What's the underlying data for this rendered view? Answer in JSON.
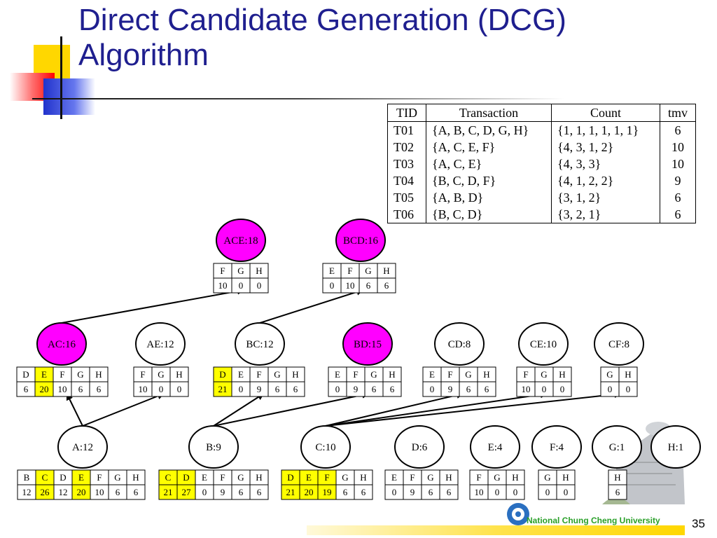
{
  "slide": {
    "title_line1": "Direct Candidate Generation (DCG)",
    "title_line2": "Algorithm",
    "page_number": "35",
    "footer": "National Chung Cheng University"
  },
  "tid_table": {
    "headers": [
      "TID",
      "Transaction",
      "Count",
      "tmv"
    ],
    "rows": [
      [
        "T01",
        "{A, B, C, D, G, H}",
        "{1, 1, 1, 1, 1, 1}",
        "6"
      ],
      [
        "T02",
        "{A, C, E, F}",
        "{4, 3, 1, 2}",
        "10"
      ],
      [
        "T03",
        "{A, C, E}",
        "{4, 3, 3}",
        "10"
      ],
      [
        "T04",
        "{B, C, D, F}",
        "{4, 1, 2, 2}",
        "9"
      ],
      [
        "T05",
        "{A, B, D}",
        "{3, 1, 2}",
        "6"
      ],
      [
        "T06",
        "{B, C, D}",
        "{3, 2, 1}",
        "6"
      ]
    ]
  },
  "nodes": [
    {
      "id": "A",
      "label": "A:12",
      "level": 1,
      "highlight": false,
      "items": [
        "B",
        "C",
        "D",
        "E",
        "F",
        "G",
        "H"
      ],
      "values": [
        "12",
        "26",
        "12",
        "20",
        "10",
        "6",
        "6"
      ],
      "hl": [
        false,
        true,
        false,
        true,
        false,
        false,
        false
      ]
    },
    {
      "id": "B",
      "label": "B:9",
      "level": 1,
      "highlight": false,
      "items": [
        "C",
        "D",
        "E",
        "F",
        "G",
        "H"
      ],
      "values": [
        "21",
        "27",
        "0",
        "9",
        "6",
        "6"
      ],
      "hl": [
        true,
        true,
        false,
        false,
        false,
        false
      ]
    },
    {
      "id": "C",
      "label": "C:10",
      "level": 1,
      "highlight": false,
      "items": [
        "D",
        "E",
        "F",
        "G",
        "H"
      ],
      "values": [
        "21",
        "20",
        "19",
        "6",
        "6"
      ],
      "hl": [
        true,
        true,
        true,
        false,
        false
      ]
    },
    {
      "id": "D",
      "label": "D:6",
      "level": 1,
      "highlight": false,
      "items": [
        "E",
        "F",
        "G",
        "H"
      ],
      "values": [
        "0",
        "9",
        "6",
        "6"
      ],
      "hl": [
        false,
        false,
        false,
        false
      ]
    },
    {
      "id": "E",
      "label": "E:4",
      "level": 1,
      "highlight": false,
      "items": [
        "F",
        "G",
        "H"
      ],
      "values": [
        "10",
        "0",
        "0"
      ],
      "hl": [
        false,
        false,
        false
      ]
    },
    {
      "id": "F",
      "label": "F:4",
      "level": 1,
      "highlight": false,
      "items": [
        "G",
        "H"
      ],
      "values": [
        "0",
        "0"
      ],
      "hl": [
        false,
        false
      ]
    },
    {
      "id": "G",
      "label": "G:1",
      "level": 1,
      "highlight": false,
      "items": [
        "H"
      ],
      "values": [
        "6"
      ],
      "hl": [
        false
      ]
    },
    {
      "id": "H",
      "label": "H:1",
      "level": 1,
      "highlight": false,
      "items": [],
      "values": [],
      "hl": []
    },
    {
      "id": "AC",
      "label": "AC:16",
      "level": 2,
      "highlight": true,
      "items": [
        "D",
        "E",
        "F",
        "G",
        "H"
      ],
      "values": [
        "6",
        "20",
        "10",
        "6",
        "6"
      ],
      "hl": [
        false,
        true,
        false,
        false,
        false
      ]
    },
    {
      "id": "AE",
      "label": "AE:12",
      "level": 2,
      "highlight": false,
      "items": [
        "F",
        "G",
        "H"
      ],
      "values": [
        "10",
        "0",
        "0"
      ],
      "hl": [
        false,
        false,
        false
      ]
    },
    {
      "id": "BC",
      "label": "BC:12",
      "level": 2,
      "highlight": false,
      "items": [
        "D",
        "E",
        "F",
        "G",
        "H"
      ],
      "values": [
        "21",
        "0",
        "9",
        "6",
        "6"
      ],
      "hl": [
        true,
        false,
        false,
        false,
        false
      ]
    },
    {
      "id": "BD",
      "label": "BD:15",
      "level": 2,
      "highlight": true,
      "items": [
        "E",
        "F",
        "G",
        "H"
      ],
      "values": [
        "0",
        "9",
        "6",
        "6"
      ],
      "hl": [
        false,
        false,
        false,
        false
      ]
    },
    {
      "id": "CD",
      "label": "CD:8",
      "level": 2,
      "highlight": false,
      "items": [
        "E",
        "F",
        "G",
        "H"
      ],
      "values": [
        "0",
        "9",
        "6",
        "6"
      ],
      "hl": [
        false,
        false,
        false,
        false
      ]
    },
    {
      "id": "CE",
      "label": "CE:10",
      "level": 2,
      "highlight": false,
      "items": [
        "F",
        "G",
        "H"
      ],
      "values": [
        "10",
        "0",
        "0"
      ],
      "hl": [
        false,
        false,
        false
      ]
    },
    {
      "id": "CF",
      "label": "CF:8",
      "level": 2,
      "highlight": false,
      "items": [
        "G",
        "H"
      ],
      "values": [
        "0",
        "0"
      ],
      "hl": [
        false,
        false
      ]
    },
    {
      "id": "ACE",
      "label": "ACE:18",
      "level": 3,
      "highlight": true,
      "items": [
        "F",
        "G",
        "H"
      ],
      "values": [
        "10",
        "0",
        "0"
      ],
      "hl": [
        false,
        false,
        false
      ]
    },
    {
      "id": "BCD",
      "label": "BCD:16",
      "level": 3,
      "highlight": true,
      "items": [
        "E",
        "F",
        "G",
        "H"
      ],
      "values": [
        "0",
        "10",
        "6",
        "6"
      ],
      "hl": [
        false,
        false,
        false,
        false
      ]
    }
  ],
  "edges": [
    {
      "from": "A",
      "to": "AC"
    },
    {
      "from": "A",
      "to": "AE"
    },
    {
      "from": "B",
      "to": "BC"
    },
    {
      "from": "B",
      "to": "BD"
    },
    {
      "from": "C",
      "to": "CD"
    },
    {
      "from": "C",
      "to": "CE"
    },
    {
      "from": "C",
      "to": "CF"
    },
    {
      "from": "AC",
      "to": "ACE"
    },
    {
      "from": "BC",
      "to": "BCD"
    }
  ],
  "colors": {
    "title": "#1f1f8f",
    "node_highlight": "#ff00ff",
    "cell_highlight": "#ffff00",
    "line": "#000000"
  }
}
